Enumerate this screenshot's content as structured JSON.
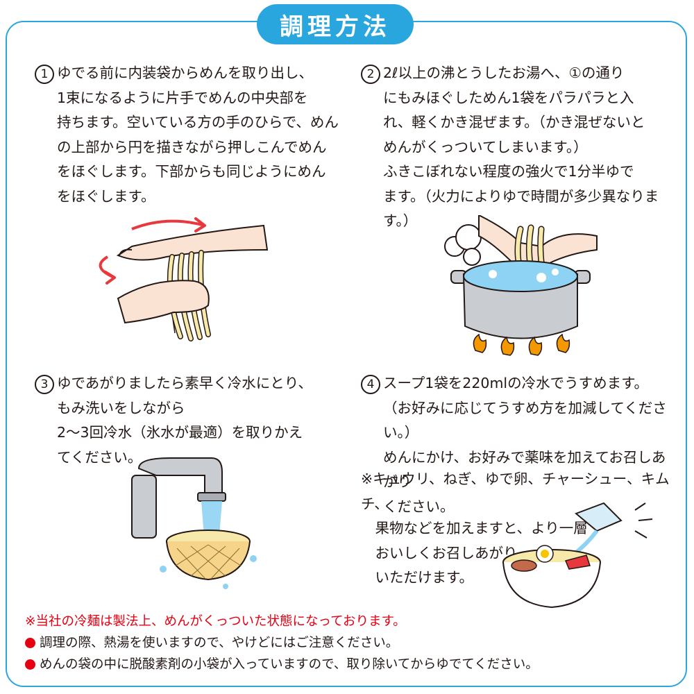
{
  "title": "調理方法",
  "steps": [
    {
      "num": "1",
      "text": "ゆでる前に内装袋からめんを取り出し、\n1束になるように片手でめんの中央部を\n持ちます。空いている方の手のひらで、めん\nの上部から円を描きながら押しこんでめん\nをほぐします。下部からも同じようにめん\nをほぐします。"
    },
    {
      "num": "2",
      "text": "2ℓ以上の沸とうしたお湯へ、①の通り\nにもみほぐしためん1袋をパラパラと入\nれ、軽くかき混ぜます。（かき混ぜないと\nめんがくっついてしまいます。）\nふきこぼれない程度の強火で1分半ゆで\nます。（火力によりゆで時間が多少異なります。）"
    },
    {
      "num": "3",
      "text": "ゆであがりましたら素早く冷水にとり、\nもみ洗いをしながら\n2～3回冷水（氷水が最適）を取りかえ\nてください。"
    },
    {
      "num": "4",
      "text": "スープ1袋を220mlの冷水でうすめます。\n（お好みに応じてうすめ方を加減してください。）\nめんにかけ、お好みで薬味を加えてお召しあがり\nください。"
    }
  ],
  "tip": "※キュウリ、ねぎ、ゆで卵、チャーシュー、キムチ、\n　果物などを加えますと、より一層\n　おいしくお召しあがり\n　いただけます。",
  "footer": {
    "note1": "※当社の冷麺は製法上、めんがくっついた状態になっております。",
    "note2": "調理の際、熱湯を使いますので、やけどにはご注意ください。",
    "note3": "めんの袋の中に脱酸素剤の小袋が入っていますので、取り除いてからゆでてください。"
  },
  "colors": {
    "accent": "#2aa6de",
    "warning": "#e60012",
    "arrow": "#e8383d",
    "water": "#8fd3f4",
    "noodle": "#f6e9a9"
  }
}
